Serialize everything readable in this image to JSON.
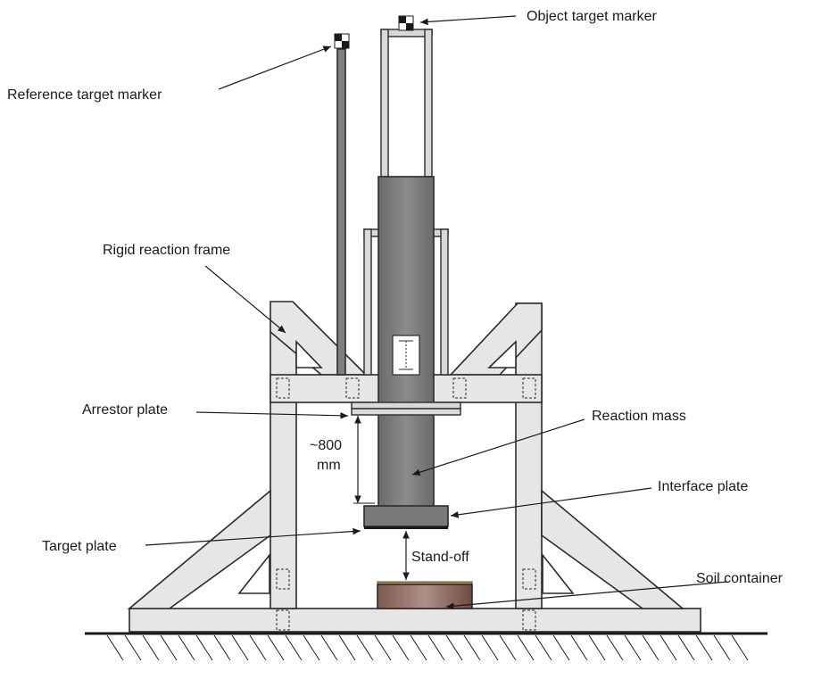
{
  "labels": {
    "object_target_marker": "Object target marker",
    "reference_target_marker": "Reference target marker",
    "rigid_reaction_frame": "Rigid reaction frame",
    "arrestor_plate": "Arrestor plate",
    "reaction_mass": "Reaction mass",
    "distance_value": "~800",
    "distance_unit": "mm",
    "interface_plate": "Interface plate",
    "target_plate": "Target plate",
    "stand_off": "Stand-off",
    "soil_container": "Soil container"
  },
  "colors": {
    "frame_fill": "#e6e6e6",
    "outline": "#2b2b2b",
    "reaction_mass": "#7f7f7f",
    "soil_container": "#9a7a70",
    "soil_top": "#c98a4a"
  }
}
